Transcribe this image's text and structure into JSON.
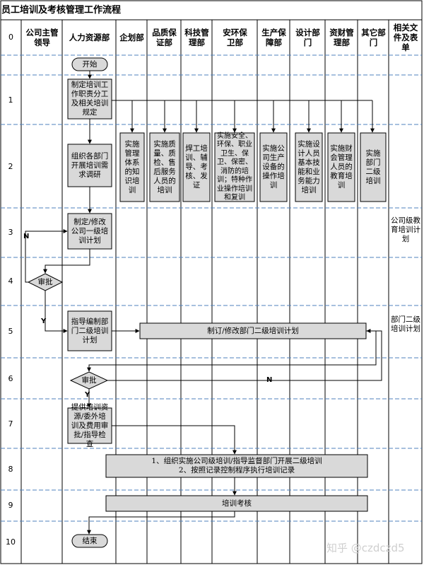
{
  "title": "员工培训及考核管理工作流程",
  "columns": {
    "row_index": "0",
    "company_leader": "公司主管领导",
    "hr": "人力资源部",
    "planning": "企划部",
    "quality": "品质保证部",
    "tech": "科技管理部",
    "security": "安环保卫部",
    "production": "生产保障部",
    "design": "设计部门",
    "finance": "资财管理部",
    "other": "其它部门",
    "docs": "相关文件及表单"
  },
  "rows": [
    "1",
    "2",
    "3",
    "4",
    "5",
    "6",
    "7",
    "8",
    "9",
    "10"
  ],
  "nodes": {
    "start": "开始",
    "n1": "制定培训工作职责分工及相关培训规定",
    "n2": "组织各部门开展培训需求调研",
    "dept_planning": "实施管理体系的知识培训",
    "dept_quality": "实施质量、质检、售后服务人员的培训",
    "dept_tech": "焊工培训、辅导、考核、发证",
    "dept_security": "实施安全、环保、职业卫生、保卫、保密、消防的培训；特种作业操作培训和复训",
    "dept_production": "实施公司生产设备的操作培训",
    "dept_design": "实施设计人员基本技能和业务能力培训",
    "dept_finance": "实施财会管理人员的教育培训",
    "dept_other": "实施部门二级培训",
    "n3": "制定/修改公司一级培训计划",
    "review1": "审批",
    "n5": "指导编制部门二级培训计划",
    "dept_plan": "制订/修改部门二级培训计划",
    "review2": "审批",
    "n7": "提供培训资源/委外培训及费用审批/指导检查",
    "n8_line1": "1、组织实施公司级培训/指导监督部门开展二级培训",
    "n8_line2": "2、按照记录控制程序执行培训记录",
    "n9": "培训考核",
    "end": "结束"
  },
  "labels": {
    "n_top": "N",
    "y_left": "Y",
    "n_right": "N",
    "y_mid": "Y"
  },
  "docs": {
    "row3": "公司级教育培训计划",
    "row5": "部门二级培训计划"
  },
  "watermark": "知乎 @czdczd5",
  "colors": {
    "box_fill": "#d9d9d9",
    "row_divider": "#4f81bd",
    "line": "#000000"
  }
}
